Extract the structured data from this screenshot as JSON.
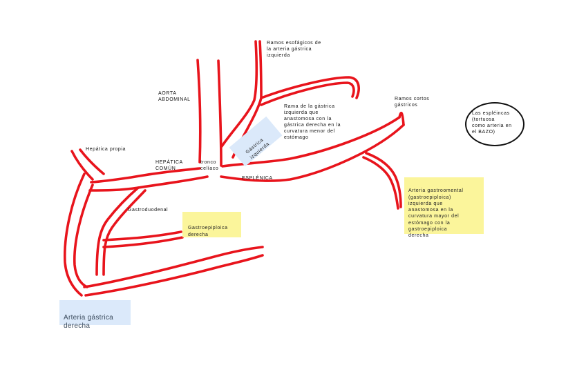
{
  "colors": {
    "vessel": "#e8141c",
    "sticky_yellow": "#fbf59b",
    "sticky_blue": "#dbe9fa",
    "outline": "#111111"
  },
  "labels": {
    "ramos_esofagicos": "Ramos esofágicos de\nla arteria gástrica\nizquierda",
    "aorta_abdominal": "AORTA\nABDOMINAL",
    "rama_gastrica": "Rama de la gástrica\nizquierda que\nanastomosa con la\ngástrica derecha en la\ncurvatura menor del\nestómago",
    "ramos_cortos": "Ramos cortos\ngástricos",
    "hepatica_propia": "Hepática propia",
    "hepatica_comun": "HEPÁTICA\nCOMÚN",
    "tronco_celiaco": "tronco\ncelíaco",
    "esplenica": "ESPLÉNICA",
    "gastroduodenal": "Gastroduodenal"
  },
  "notes": {
    "gastrica_izquierda": "Gástrica\nizquierda",
    "gastroepiploica_derecha": "Gastroepiploica\nderecha",
    "gastroepiploica_izquierda": "Arteria gastroomental\n(gastroepiploica)\nizquierda que\nanastomosa en la\ncurvatura mayor del\nestómago con la\ngastroepiploica\nderecha",
    "arteria_gastrica_derecha": "Arteria gástrica\nderecha"
  },
  "oval_note": "Las espléincas\n(tortuosa\ncomo arteria en\nel BAZO)"
}
